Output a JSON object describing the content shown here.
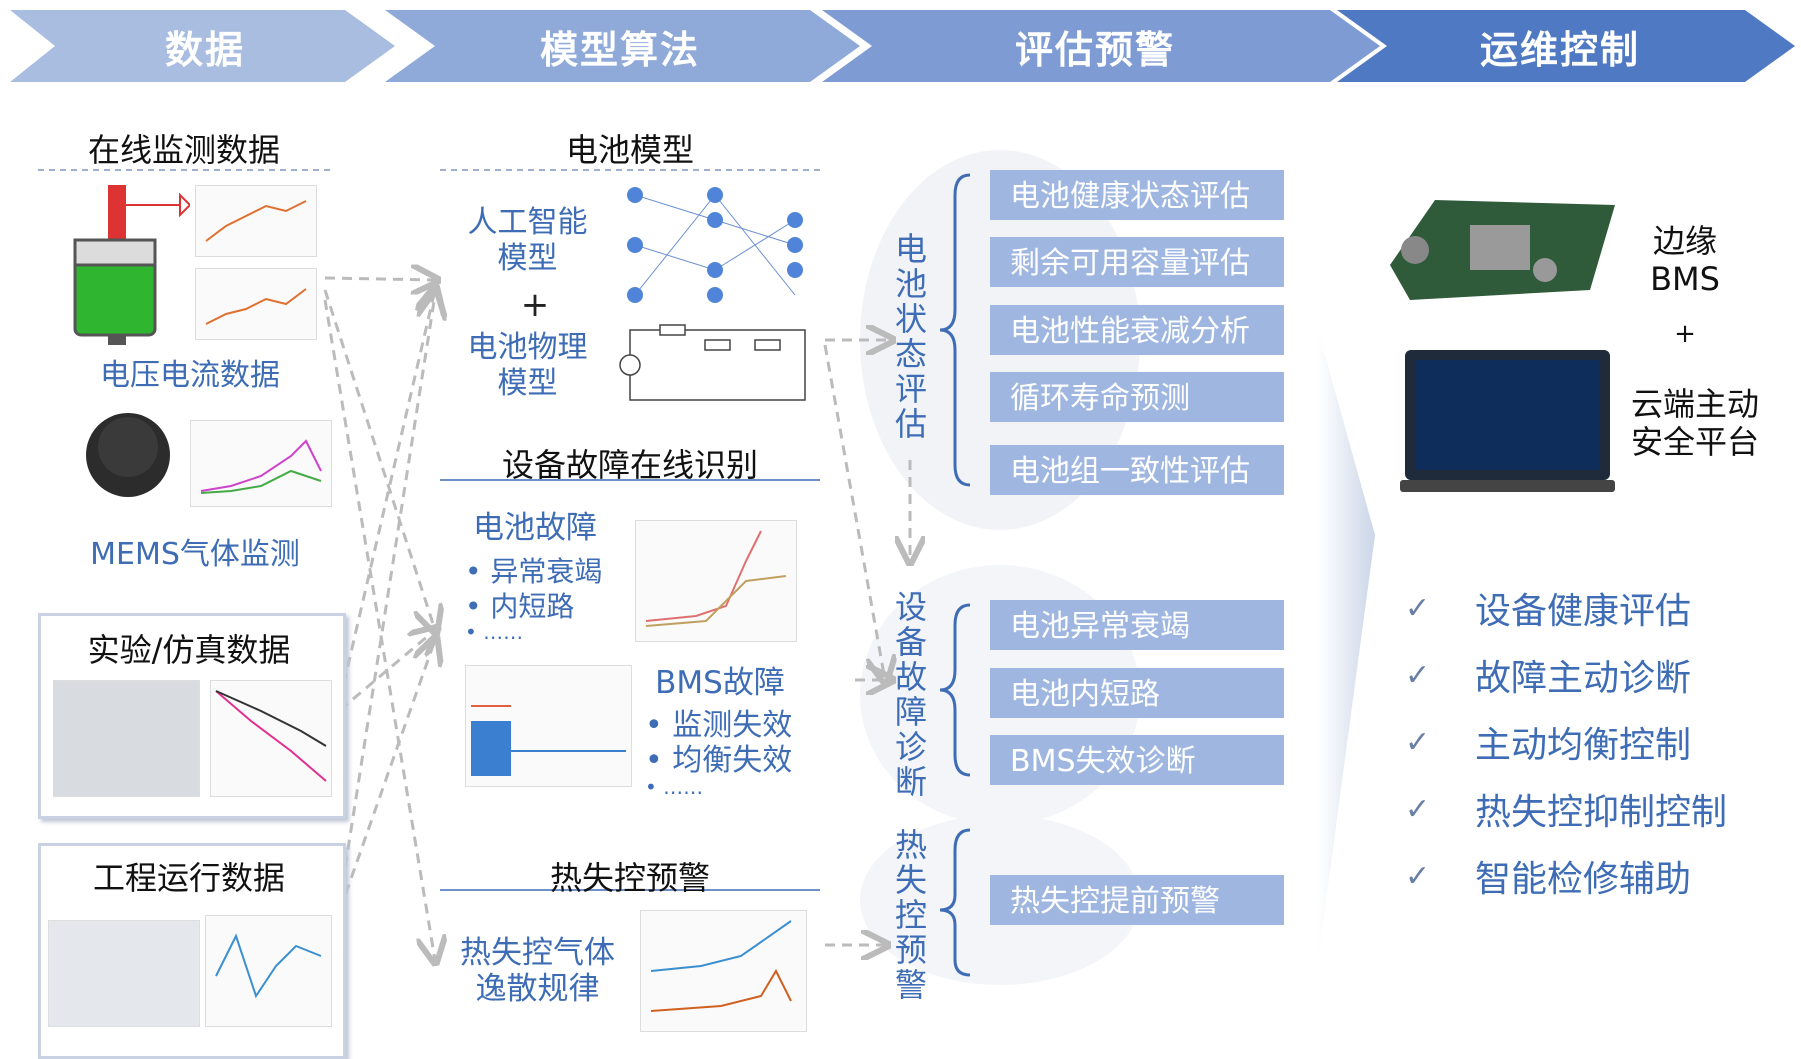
{
  "stages": [
    "数据",
    "模型算法",
    "评估预警",
    "运维控制"
  ],
  "colors": {
    "stage1": "#a9bde0",
    "stage2": "#8fa9d8",
    "stage3": "#7e9bd3",
    "stage4": "#4f79c2",
    "bar": "#9fb7e0",
    "accent": "#3e6db5"
  },
  "data_col": {
    "online_title": "在线监测数据",
    "voltage_label": "电压电流数据",
    "mems_label": "MEMS气体监测",
    "exp_title": "实验/仿真数据",
    "eng_title": "工程运行数据"
  },
  "model_col": {
    "battery_model_title": "电池模型",
    "ai_model": "人工智能模型",
    "plus": "+",
    "physics_model": "电池物理模型",
    "fault_title": "设备故障在线识别",
    "battery_fault": "电池故障",
    "battery_fault_items": [
      "异常衰竭",
      "内短路",
      "……"
    ],
    "bms_fault": "BMS故障",
    "bms_fault_items": [
      "监测失效",
      "均衡失效",
      "……"
    ],
    "thermal_title": "热失控预警",
    "thermal_label": "热失控气体逸散规律"
  },
  "eval_col": {
    "group1_label": "电池状态评估",
    "group1_items": [
      "电池健康状态评估",
      "剩余可用容量评估",
      "电池性能衰减分析",
      "循环寿命预测",
      "电池组一致性评估"
    ],
    "group2_label": "设备故障诊断",
    "group2_items": [
      "电池异常衰竭",
      "电池内短路",
      "BMS失效诊断"
    ],
    "group3_label": "热失控预警",
    "group3_items": [
      "热失控提前预警"
    ]
  },
  "ops_col": {
    "edge_bms": "边缘BMS",
    "plus": "+",
    "cloud": "云端主动安全平台",
    "checks": [
      "设备健康评估",
      "故障主动诊断",
      "主动均衡控制",
      "热失控抑制控制",
      "智能检修辅助"
    ],
    "check_mark": "✓"
  }
}
